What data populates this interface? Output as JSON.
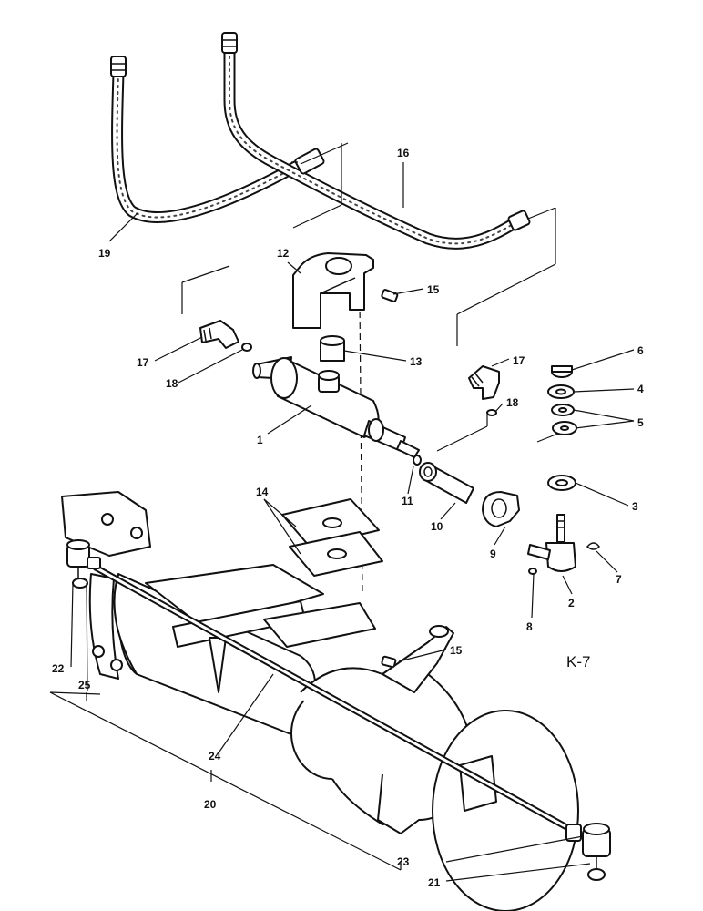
{
  "figure_id": "K-7",
  "callouts": {
    "c1": "1",
    "c2": "2",
    "c3": "3",
    "c4": "4",
    "c5": "5",
    "c6": "6",
    "c7": "7",
    "c8": "8",
    "c9": "9",
    "c10": "10",
    "c11": "11",
    "c12": "12",
    "c13": "13",
    "c14": "14",
    "c15a": "15",
    "c15b": "15",
    "c16": "16",
    "c17a": "17",
    "c17b": "17",
    "c18a": "18",
    "c18b": "18",
    "c19": "19",
    "c20": "20",
    "c21": "21",
    "c22": "22",
    "c23": "23",
    "c24": "24",
    "c25": "25"
  }
}
